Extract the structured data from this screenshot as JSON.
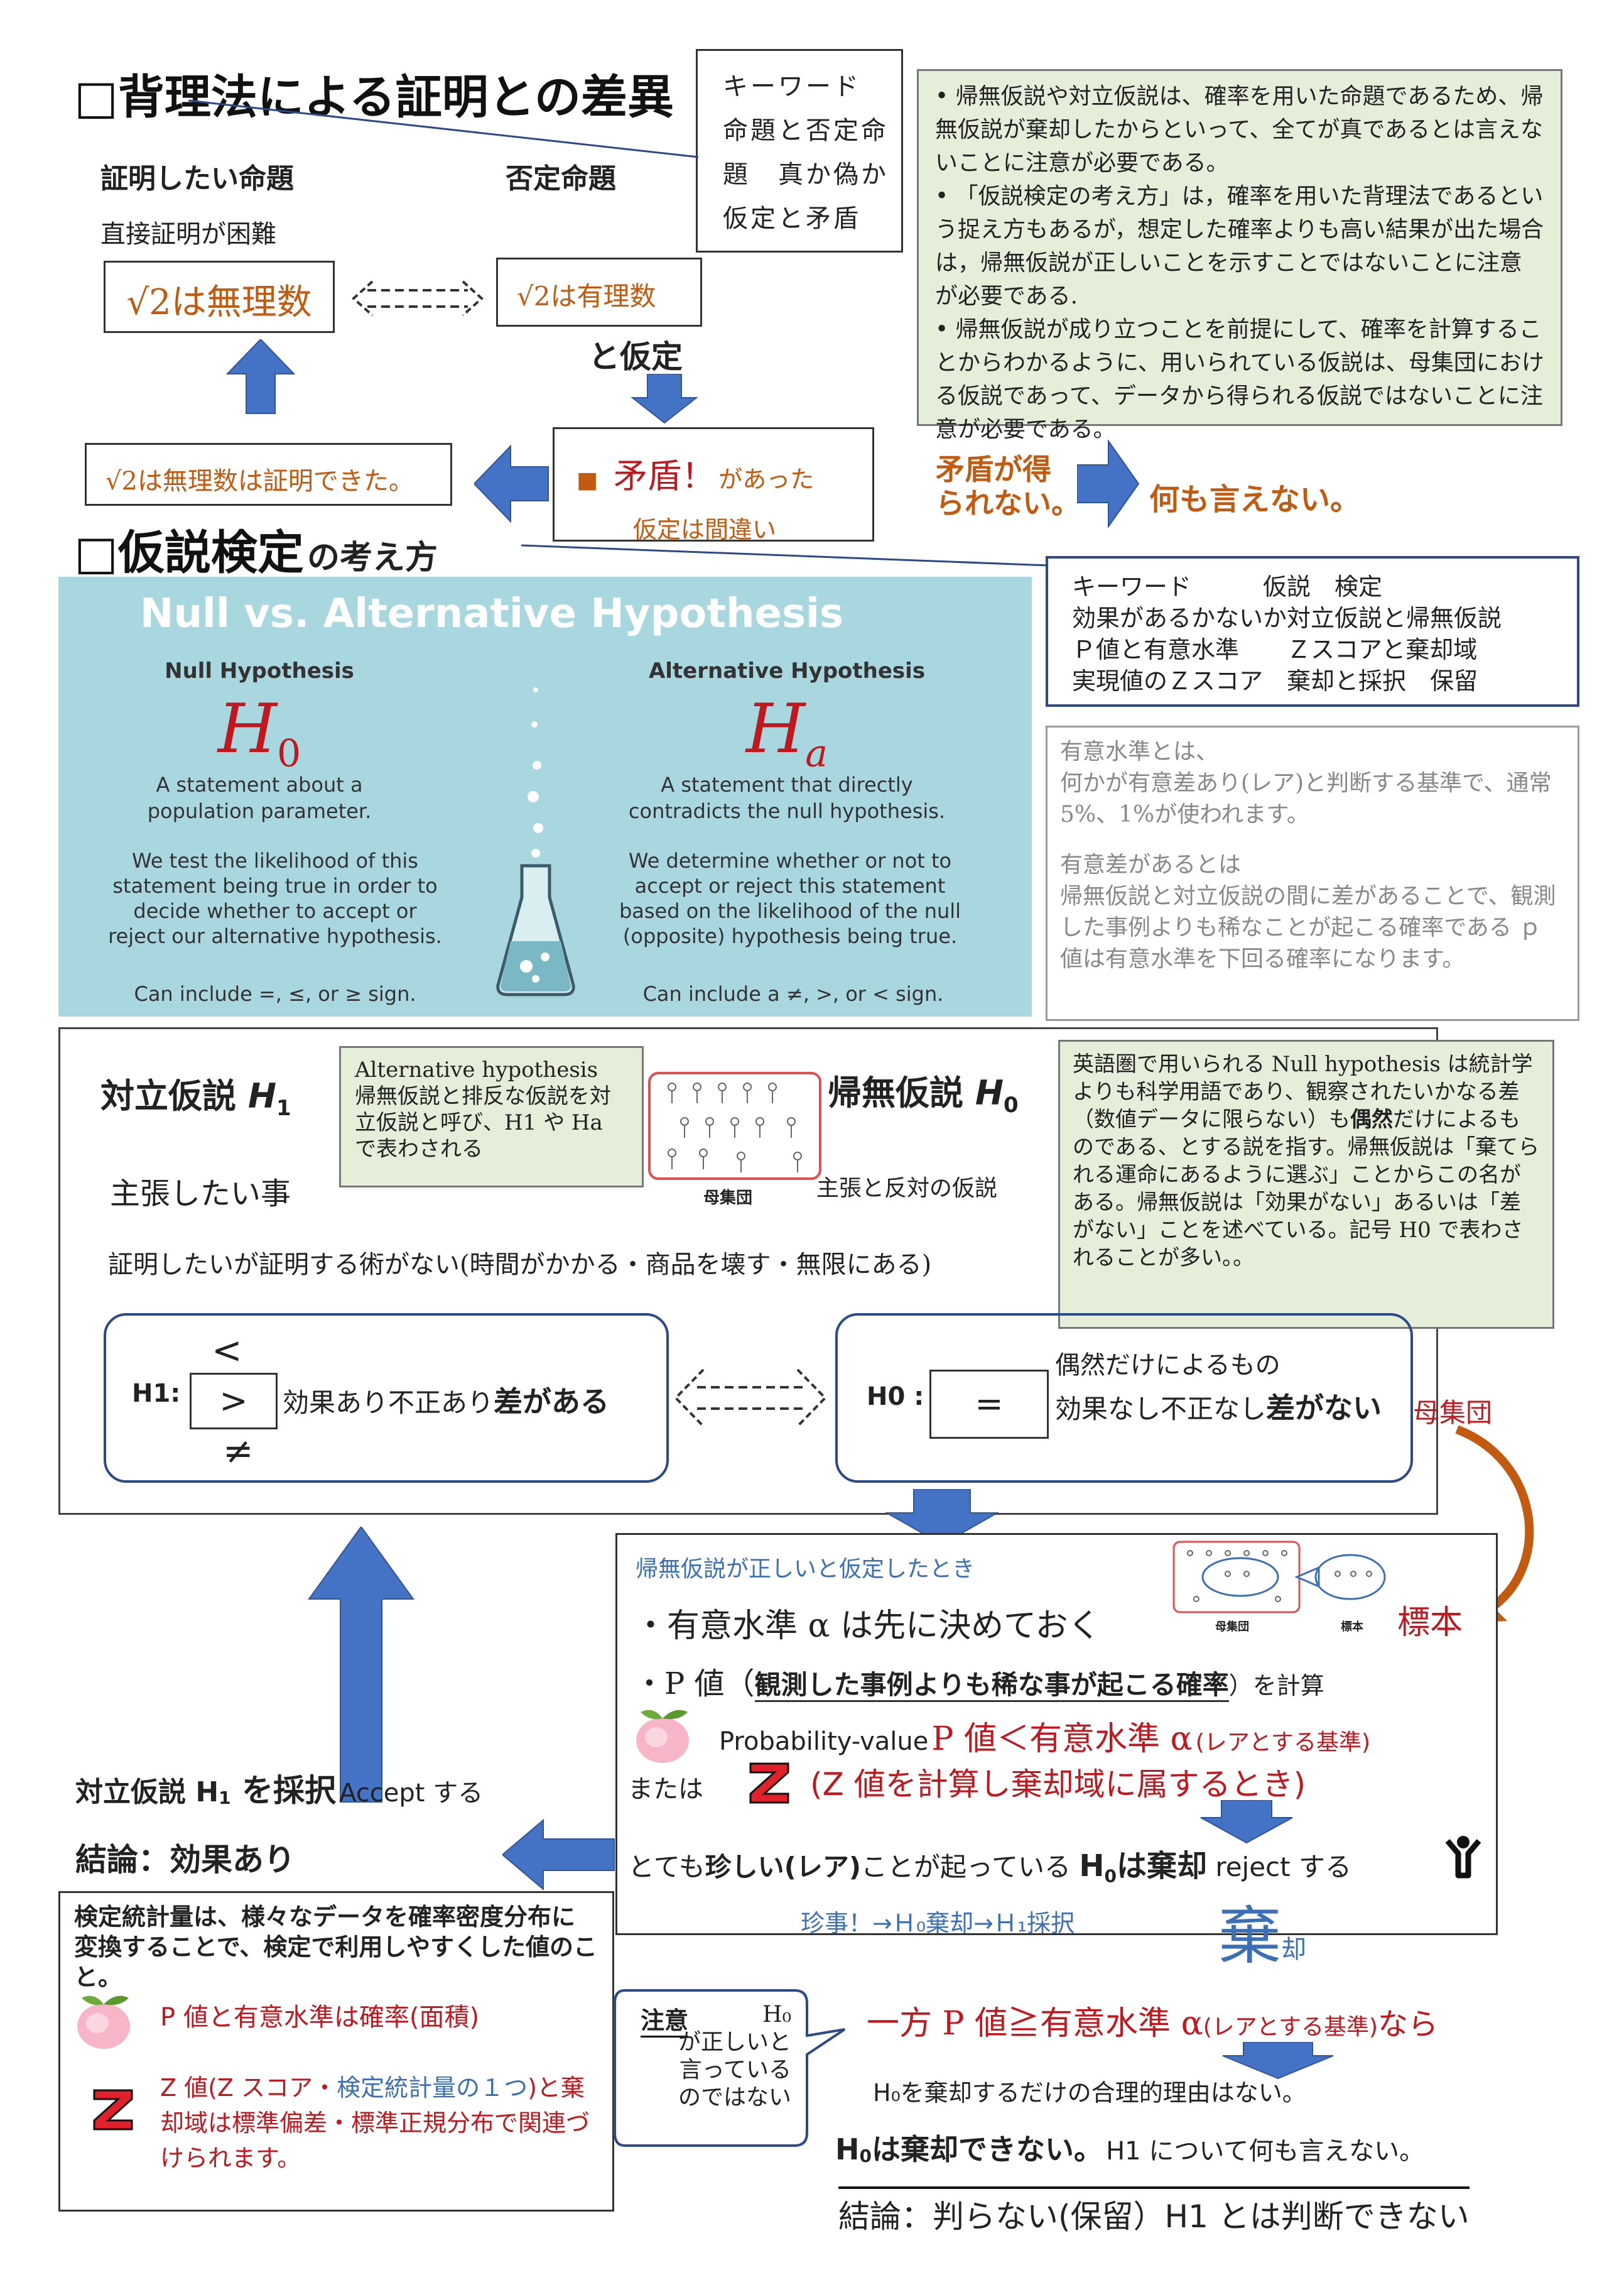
{
  "section1": {
    "title": "□背理法による証明との差異",
    "left_heading": "証明したい命題",
    "right_heading": "否定命題",
    "direct_note": "直接証明が困難",
    "prop_box": "√2は無理数",
    "neg_box": "√2は有理数",
    "assume": "と仮定",
    "contradiction_mark": "■",
    "contradiction": "矛盾！",
    "contradiction_tail": "があった",
    "assumption_wrong": "仮定は間違い",
    "proved": "√2は無理数は証明できた。",
    "no_contradiction": "矛盾が得\nられない。",
    "nothing_to_say": "何も言えない。"
  },
  "keyword1": {
    "lines": [
      "キーワード",
      "命題と否定命",
      "題　真か偽か",
      "仮定と矛盾"
    ]
  },
  "note_green": {
    "bullets": [
      "• 帰無仮説や対立仮説は、確率を用いた命題であるため、帰無仮説が棄却したからといって、全てが真であるとは言えないことに注意が必要である。",
      "• 「仮説検定の考え方」は，確率を用いた背理法であるという捉え方もあるが，想定した確率よりも高い結果が出た場合は，帰無仮説が正しいことを示すことではないことに注意が必要である.",
      "• 帰無仮説が成り立つことを前提にして、確率を計算することからわかるように、用いられている仮説は、母集団における仮説であって、データから得られる仮説ではないことに注意が必要である。"
    ]
  },
  "section2": {
    "title_prefix": "□仮説検定",
    "title_suffix": "の考え方"
  },
  "keyword2": {
    "lines": [
      "キーワード　　　仮説　検定",
      "効果があるかないか対立仮説と帰無仮説",
      "Ｐ値と有意水準　　Ｚスコアと棄却域",
      "実現値のＺスコア　棄却と採択　保留"
    ]
  },
  "infographic": {
    "title": "Null vs. Alternative Hypothesis",
    "null_heading": "Null Hypothesis",
    "null_symbol": "H",
    "null_sub": "0",
    "null_desc": "A statement about a\npopulation parameter.",
    "null_test": "We test the likelihood of this\nstatement being true in order to\ndecide whether to accept or\nreject our alternative hypothesis.",
    "null_signs": "Can include =, ≤, or ≥ sign.",
    "alt_heading": "Alternative Hypothesis",
    "alt_symbol": "H",
    "alt_sub": "a",
    "alt_desc": "A statement that directly\ncontradicts the null hypothesis.",
    "alt_test": "We determine whether or not to\naccept or reject this statement\nbased on the likelihood of the null\n(opposite) hypothesis being true.",
    "alt_signs": "Can include a ≠, >, or < sign."
  },
  "significance": {
    "p1": "有意水準とは、\n何かが有意差あり(レア)と判断する基準で、通常 5%、1%が使われます。",
    "p2": "有意差があるとは\n帰無仮説と対立仮説の間に差があることで、観測した事例よりも稀なことが起こる確率である ｐ 値は有意水準を下回る確率になります。"
  },
  "hyp": {
    "alt_title": "対立仮説",
    "alt_sym": "H",
    "alt_idx": "1",
    "alt_note": "Alternative hypothesis\n帰無仮説と排反な仮説を対立仮説と呼び、H1 や Ha で表わされる",
    "null_title": "帰無仮説",
    "null_sym": "H",
    "null_idx": "0",
    "population_label": "母集団",
    "claim": "主張したい事",
    "opposite": "主張と反対の仮説",
    "cannot_prove": "証明したいが証明する術がない(時間がかかる・商品を壊す・無限にある)",
    "null_note_a": "英語圏で用いられる Null hypothesis は統計学よりも科学用語であり、観察されたいかなる差（数値データに限らない）も",
    "null_note_b": "偶然",
    "null_note_c": "だけによるものである、とする説を指す。帰無仮説は「棄てられる運命にあるように選ぶ」ことからこの名がある。帰無仮説は「効果がない」あるいは「差がない」ことを述べている。記号 H0 で表わされることが多い。。",
    "h1_label": "H1:",
    "h1_lt": "<",
    "h1_gt": ">",
    "h1_ne": "≠",
    "h1_desc_a": "効果あり不正あり",
    "h1_desc_b": "差がある",
    "h0_label": "H0 :",
    "h0_eq": "=",
    "h0_desc_1": "偶然だけによるもの",
    "h0_desc_2a": "効果なし不正なし",
    "h0_desc_2b": "差がない",
    "population_side": "母集団"
  },
  "test": {
    "assume_null": "帰無仮説が正しいと仮定したとき",
    "alpha_line": "・有意水準 α は先に決めておく",
    "sample_label": "標本",
    "pop_mini": "母集団",
    "sample_mini": "標本",
    "p_line_a": "・P 値（",
    "p_line_b": "観測した事例よりも稀な事が起こる確率",
    "p_line_c": "）を計算",
    "prob_value": "Probability-value",
    "p_cond": "P 値＜有意水準 α",
    "p_cond_note": "(レアとする基準)",
    "or": "または",
    "z_cond": "(Z 値を計算し棄却域に属するとき)",
    "rare_a": "とても",
    "rare_b": "珍しい(レア)",
    "rare_c": "ことが起っている",
    "reject_h0": "H",
    "reject_h0_idx": "0",
    "reject_word": "は棄却",
    "reject_en": "reject する",
    "chain": "珍事！→Ｈ₀棄却→Ｈ₁採択",
    "kanji": "棄",
    "kanji_small": "却"
  },
  "accept": {
    "line_a": "対立仮説 H",
    "line_idx": "1",
    "line_b": " を採択",
    "line_en": "Accept する",
    "conclusion": "結論：効果あり"
  },
  "stat_box": {
    "text": "検定統計量は、様々なデータを確率密度分布に変換することで、検定で利用しやすくした値のこと。",
    "p_item": "P 値と有意水準は確率(面積)",
    "z_item_a": "Z 値(Z スコア・",
    "z_item_b": "検定統計量の１つ",
    "z_item_c": ")と棄却域は標準偏差・標準正規分布で関連づけられます。"
  },
  "caution": {
    "label": "注意",
    "text": "H₀\nが正しいと\n言っている\nのではない"
  },
  "other_case": {
    "line": "一方 P 値≧有意水準 α",
    "note": "(レアとする基準)",
    "tail": "なら",
    "no_reason": "H₀を棄却するだけの合理的理由はない。",
    "cannot_reject_a": "H",
    "cannot_reject_idx": "0",
    "cannot_reject_b": "は棄却できない。",
    "cannot_reject_c": "H1 について何も言えない。",
    "conclusion": "結論：判らない(保留）H1 とは判断できない"
  },
  "colors": {
    "arrow": "#4472c4",
    "red": "#c0181f",
    "orange": "#c25a10",
    "green_bg": "#e4eed9",
    "infographic_bg": "#a9d7df"
  }
}
